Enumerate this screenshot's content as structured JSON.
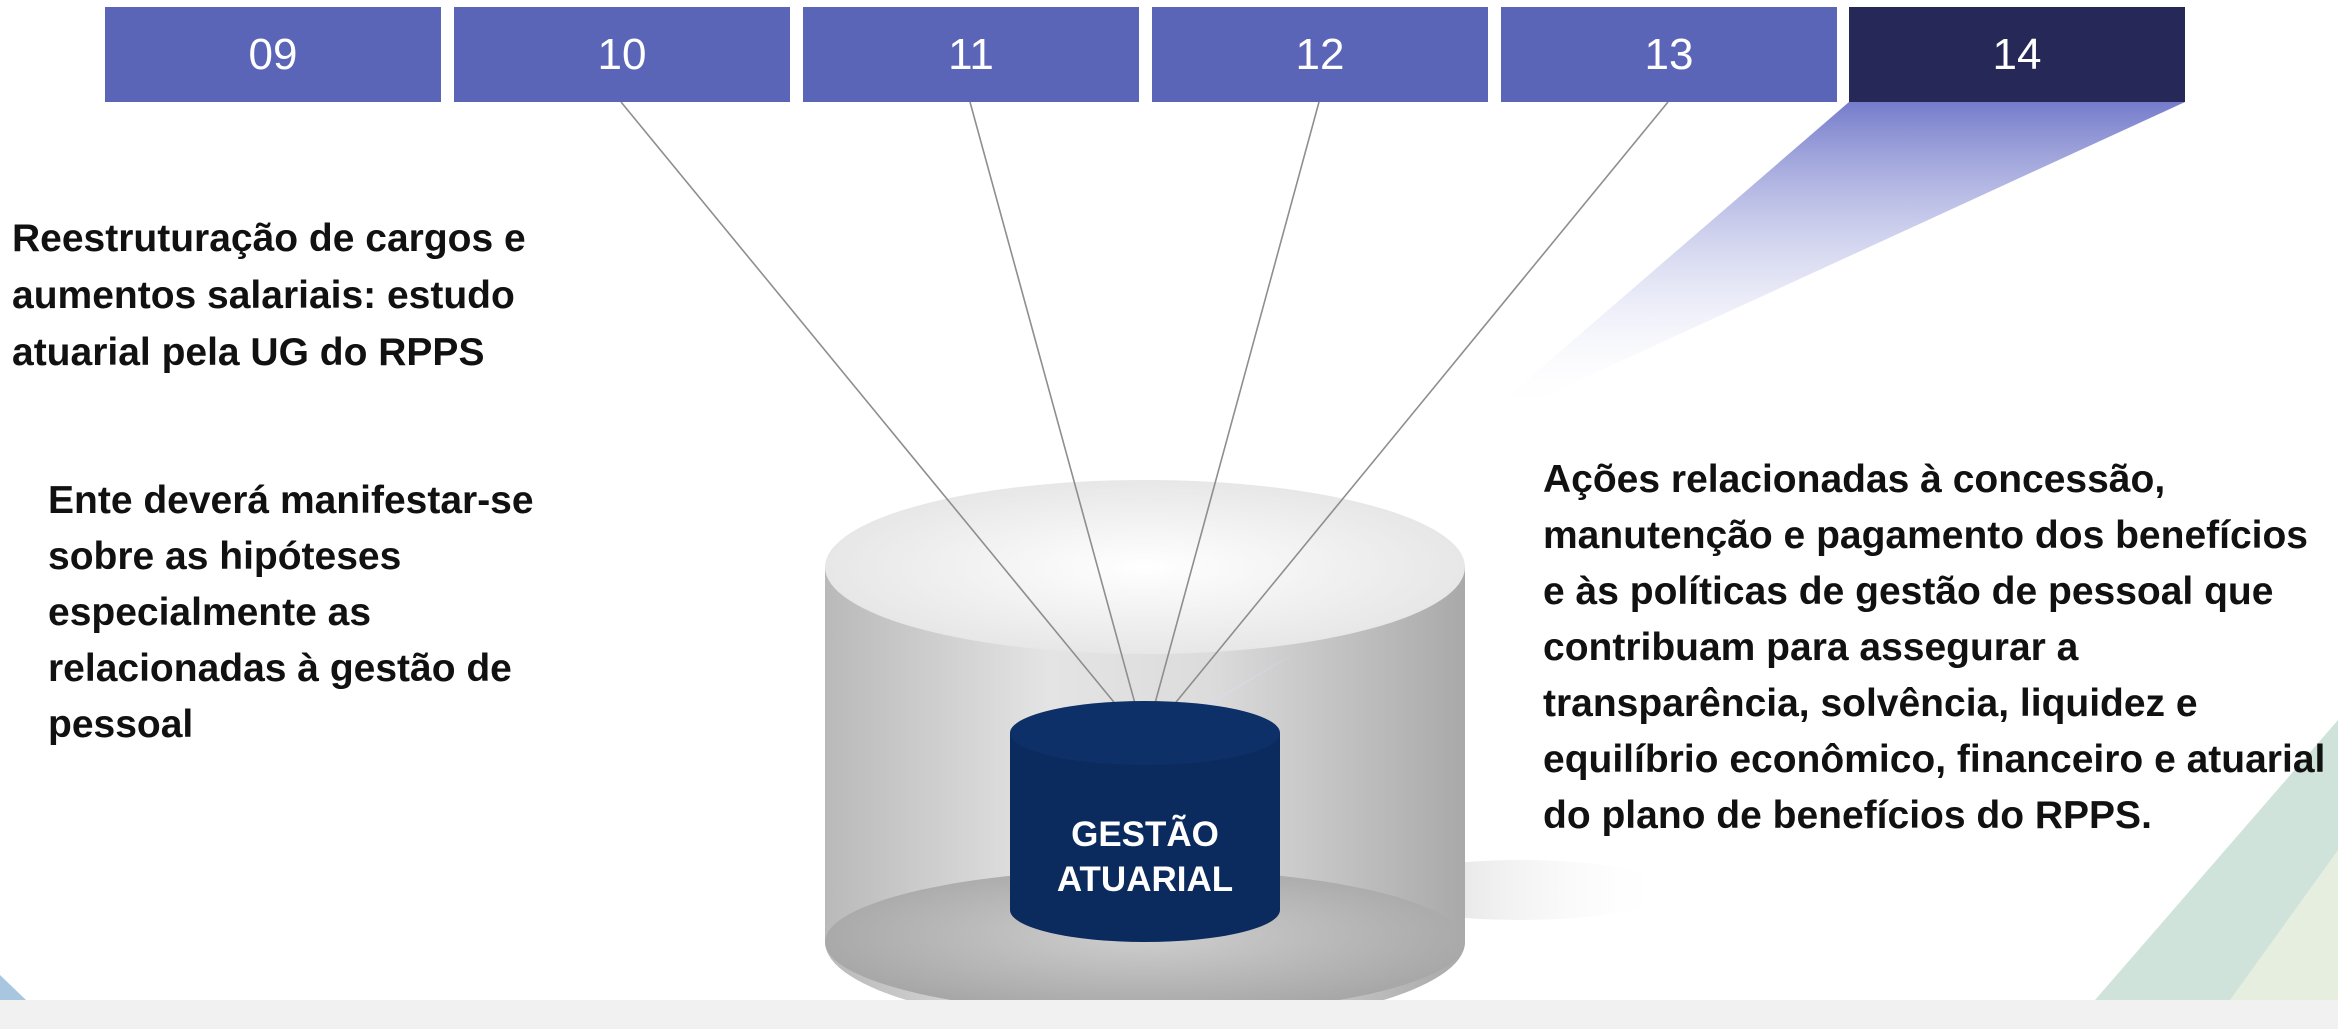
{
  "tabs": [
    {
      "label": "09",
      "active": false
    },
    {
      "label": "10",
      "active": false
    },
    {
      "label": "11",
      "active": false
    },
    {
      "label": "12",
      "active": false
    },
    {
      "label": "13",
      "active": false
    },
    {
      "label": "14",
      "active": true
    }
  ],
  "colors": {
    "tab_normal": "#5b65b8",
    "tab_active": "#262958",
    "cylinder_inner": "#0b2a5e",
    "text": "#111111"
  },
  "center": {
    "label_line1": "GESTÃO",
    "label_line2": "ATUARIAL"
  },
  "text_left_top": "Reestruturação de cargos e aumentos salariais: estudo atuarial pela UG do RPPS",
  "text_left_mid": "Ente deverá manifestar-se sobre as hipóteses especialmente as relacionadas à gestão de pessoal",
  "text_right": "Ações relacionadas à concessão, manutenção e pagamento dos benefícios e às políticas de gestão de pessoal que contribuam para assegurar a transparência, solvência, liquidez e equilíbrio econômico, financeiro e atuarial do plano de benefícios do RPPS."
}
